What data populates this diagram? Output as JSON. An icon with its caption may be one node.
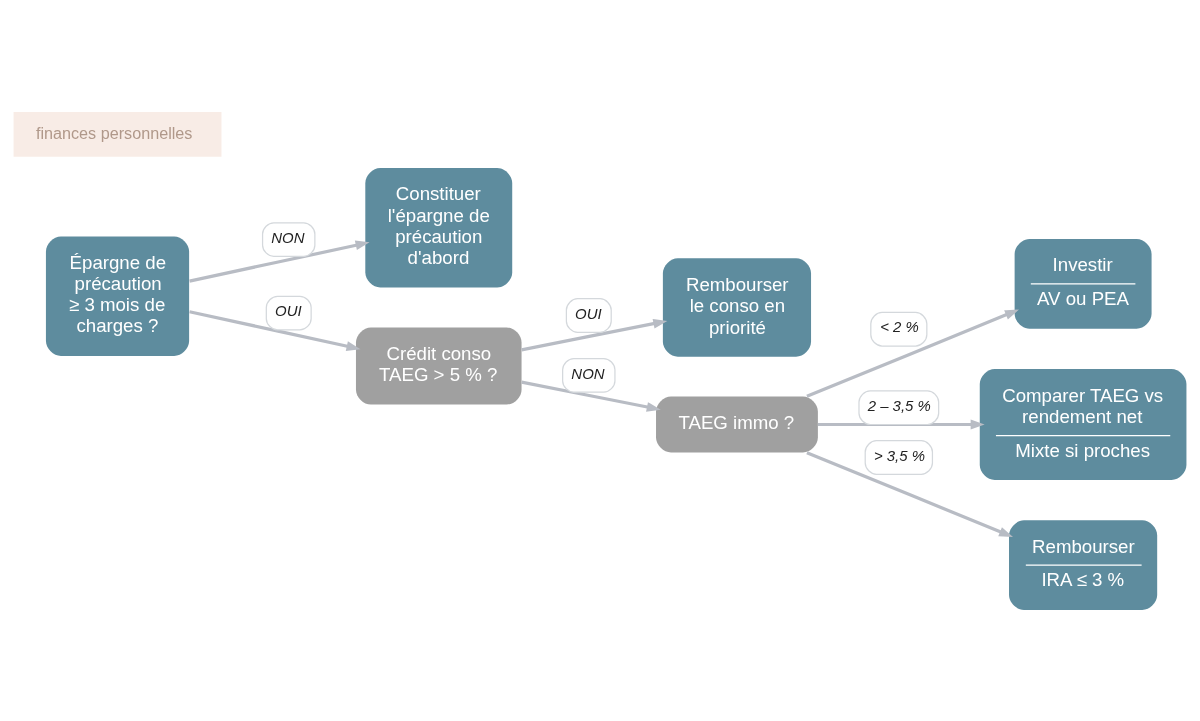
{
  "diagram": {
    "nodes": [
      {
        "text": [
          "Épargne de précaution ≥ 3 mois de charges ?"
        ]
      },
      {
        "text": [
          "Constituer l'épargne de précaution d'abord"
        ]
      },
      {
        "text": [
          "Crédit conso TAEG > 5 % ?"
        ]
      },
      {
        "text": [
          "Rembourser le conso en priorité"
        ]
      },
      {
        "text": [
          "TAEG immo ?"
        ]
      },
      {
        "text": [
          "Investir",
          "AV ou PEA"
        ]
      },
      {
        "text": [
          "Comparer TAEG vs rendement net",
          "Mixte si proches"
        ]
      },
      {
        "text": [
          "Rembourser",
          "IRA ≤ 3 %"
        ]
      }
    ],
    "edges": [
      {
        "from": 0,
        "to": 1,
        "arrow": "to",
        "label": "NON"
      },
      {
        "from": 0,
        "to": 2,
        "arrow": "to",
        "label": "OUI"
      },
      {
        "from": 2,
        "to": 3,
        "arrow": "to",
        "label": "OUI"
      },
      {
        "from": 2,
        "to": 4,
        "arrow": "to",
        "label": "NON"
      },
      {
        "from": 4,
        "to": 5,
        "arrow": "to",
        "label": "< 2 %"
      },
      {
        "from": 4,
        "to": 6,
        "arrow": "to",
        "label": "2 – 3,5 %"
      },
      {
        "from": 4,
        "to": 7,
        "arrow": "to",
        "label": "> 3,5 %"
      }
    ],
    "labels": [
      "finances personnelles"
    ]
  }
}
